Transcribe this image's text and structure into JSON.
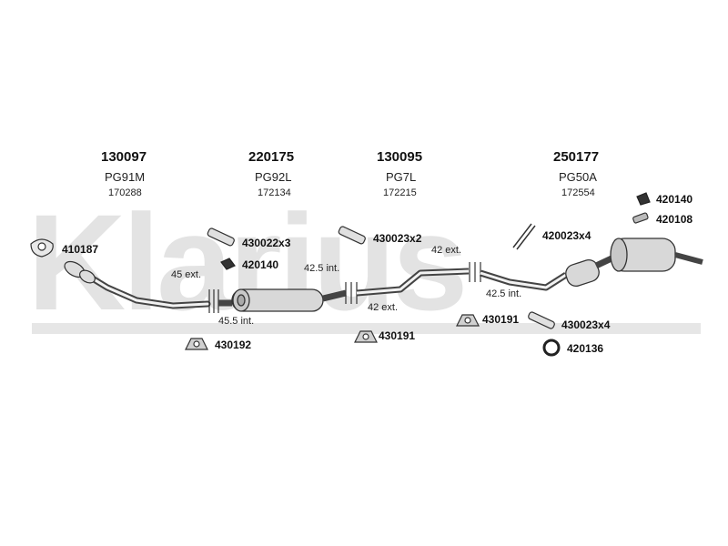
{
  "watermark": {
    "text": "Klarius"
  },
  "columns": [
    {
      "part_number": "130097",
      "code": "PG91M",
      "sub_number": "170288"
    },
    {
      "part_number": "220175",
      "code": "PG92L",
      "sub_number": "172134"
    },
    {
      "part_number": "130095",
      "code": "PG7L",
      "sub_number": "172215"
    },
    {
      "part_number": "250177",
      "code": "PG50A",
      "sub_number": "172554"
    }
  ],
  "parts": {
    "gasket_front": "410187",
    "clamp_a": "430022x3",
    "bracket_a": "420140",
    "mount_a": "430192",
    "clamp_b": "430023x2",
    "mount_b": "430191",
    "clamp_c": "420023x4",
    "mount_c": "430191",
    "clamp_d": "430023x4",
    "ring": "420136",
    "bracket_top": "420140",
    "bracket_top2": "420108"
  },
  "notes": {
    "n1": "45 ext.",
    "n2": "45.5 int.",
    "n3": "42.5 int.",
    "n4": "42 ext.",
    "n5": "42 ext.",
    "n6": "42.5 int."
  }
}
